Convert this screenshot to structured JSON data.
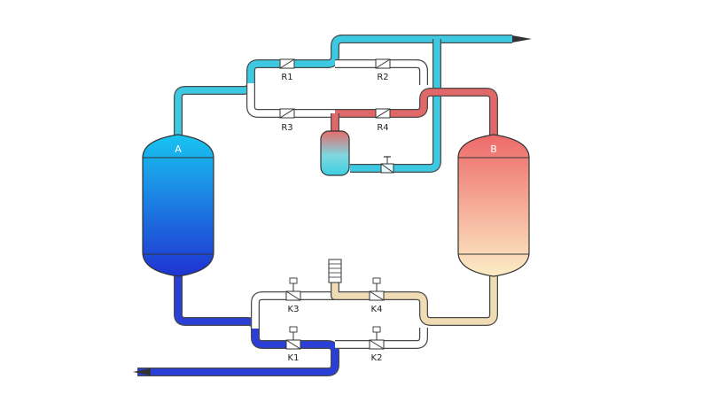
{
  "tanks": {
    "A": {
      "label": "A"
    },
    "B": {
      "label": "B"
    }
  },
  "valves": {
    "R1": "R1",
    "R2": "R2",
    "R3": "R3",
    "R4": "R4",
    "K1": "K1",
    "K2": "K2",
    "K3": "K3",
    "K4": "K4"
  },
  "colors": {
    "cyan_pipe": "#3ec9e3",
    "red_pipe": "#e06868",
    "blue_pipe": "#2a3fd6",
    "beige_pipe": "#efdcb4",
    "white_pipe": "#ffffff",
    "tankA_top": "#1ab6ee",
    "tankA_bottom": "#1e3bd8",
    "tankB_top": "#ef6f6f",
    "tankB_bottom": "#fbe8c0"
  }
}
